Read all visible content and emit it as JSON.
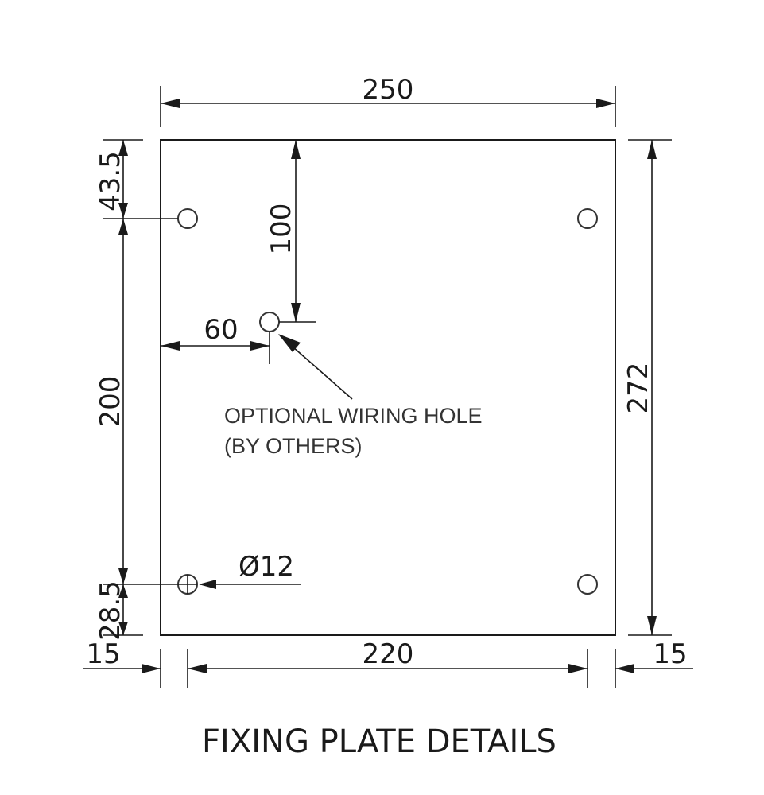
{
  "title": "FIXING PLATE DETAILS",
  "dimensions": {
    "plate_width": "250",
    "plate_height": "272",
    "hole_spacing_horizontal": "220",
    "edge_left": "15",
    "edge_right": "15",
    "hole_spacing_vertical": "200",
    "top_to_hole": "43.5",
    "bottom_to_hole": "28.5",
    "top_to_wiring_hole": "100",
    "left_to_wiring_hole": "60",
    "hole_diameter": "Ø12"
  },
  "note": {
    "line1": "OPTIONAL WIRING HOLE",
    "line2": "(BY OTHERS)"
  }
}
